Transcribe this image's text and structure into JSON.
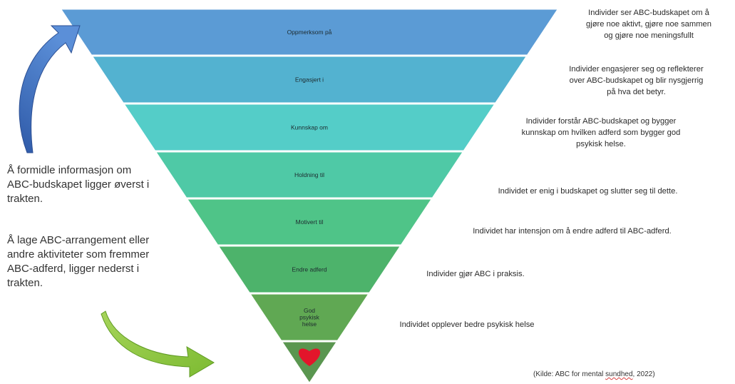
{
  "funnel": {
    "levels": [
      {
        "label": "Oppmerksom på",
        "color": "#5b9bd5"
      },
      {
        "label": "Engasjert i",
        "color": "#53b2d0"
      },
      {
        "label": "Kunnskap om",
        "color": "#54cdc8"
      },
      {
        "label": "Holdning til",
        "color": "#4fc9a6"
      },
      {
        "label": "Motivert til",
        "color": "#4fc488"
      },
      {
        "label": "Endre adferd",
        "color": "#4db36b"
      },
      {
        "label_lines": [
          "God",
          "psykisk",
          "helse"
        ],
        "color": "#60a853"
      }
    ],
    "tip_color": "#5a9650",
    "heart_color": "#e3152b"
  },
  "descriptions": [
    {
      "lines": [
        "Individer ser ABC-budskapet om å",
        "gjøre noe aktivt, gjøre noe sammen",
        "og gjøre noe meningsfullt"
      ]
    },
    {
      "lines": [
        "Individer engasjerer seg og reflekterer",
        "over ABC-budskapet og blir nysgjerrig",
        "på hva det betyr."
      ]
    },
    {
      "lines": [
        "Individer forstår ABC-budskapet og bygger",
        "kunnskap om hvilken adferd som bygger god",
        "psykisk helse."
      ]
    },
    {
      "lines": [
        "Individet er enig i budskapet og slutter seg til dette."
      ]
    },
    {
      "lines": [
        "Individet har intensjon om å endre adferd til ABC-adferd."
      ]
    },
    {
      "lines": [
        "Individer gjør ABC i praksis."
      ]
    },
    {
      "lines": [
        "Individet opplever bedre psykisk helse"
      ]
    }
  ],
  "notes": {
    "top": "Å formidle informasjon om ABC-budskapet ligger øverst i trakten.",
    "bottom": "Å lage ABC-arrangement eller andre aktiviteter som fremmer ABC-adferd, ligger nederst i trakten."
  },
  "source": {
    "prefix": "(Kilde: ABC for mental ",
    "underlined": "sundhed",
    "suffix": ", 2022)"
  },
  "arrows": {
    "up_color": "#3f6fbf",
    "down_color": "#8ccb3c"
  }
}
